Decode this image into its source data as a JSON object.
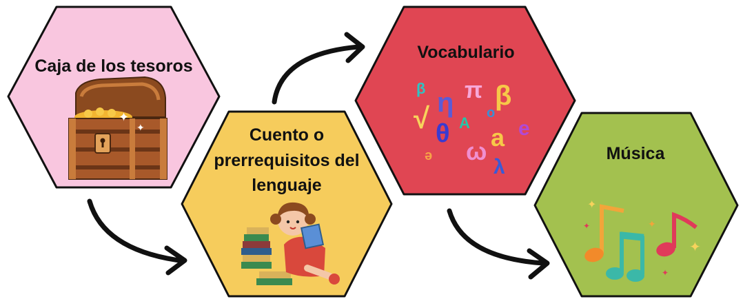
{
  "steps": [
    {
      "id": "treasure",
      "label_lines": [
        "Caja de los tesoros"
      ],
      "color": "#f9c6df",
      "icon": "treasure-chest-icon"
    },
    {
      "id": "story",
      "label_lines": [
        "Cuento o",
        "prerrequisitos del",
        "lenguaje"
      ],
      "color": "#f6cc5c",
      "icon": "girl-reading-books-icon"
    },
    {
      "id": "vocabulary",
      "label_lines": [
        "Vocabulario"
      ],
      "color": "#e04653",
      "icon": "greek-letters-icon"
    },
    {
      "id": "music",
      "label_lines": [
        "Música"
      ],
      "color": "#a3c14f",
      "icon": "music-notes-icon"
    }
  ],
  "arrow_color": "#111111",
  "greek_letters": [
    "β",
    "η",
    "π",
    "β",
    "√",
    "θ",
    "A",
    "o",
    "e",
    "a",
    "ω",
    "λ",
    "ə"
  ],
  "greek_colors": [
    "#2ec4c4",
    "#5b5bd6",
    "#f7a8d8",
    "#f7c948",
    "#f7d35c",
    "#3a3ad0",
    "#24c7a8",
    "#3a8fd6",
    "#b04ad6",
    "#f7c948",
    "#f08fd0",
    "#3a5ad6",
    "#f7a347"
  ]
}
